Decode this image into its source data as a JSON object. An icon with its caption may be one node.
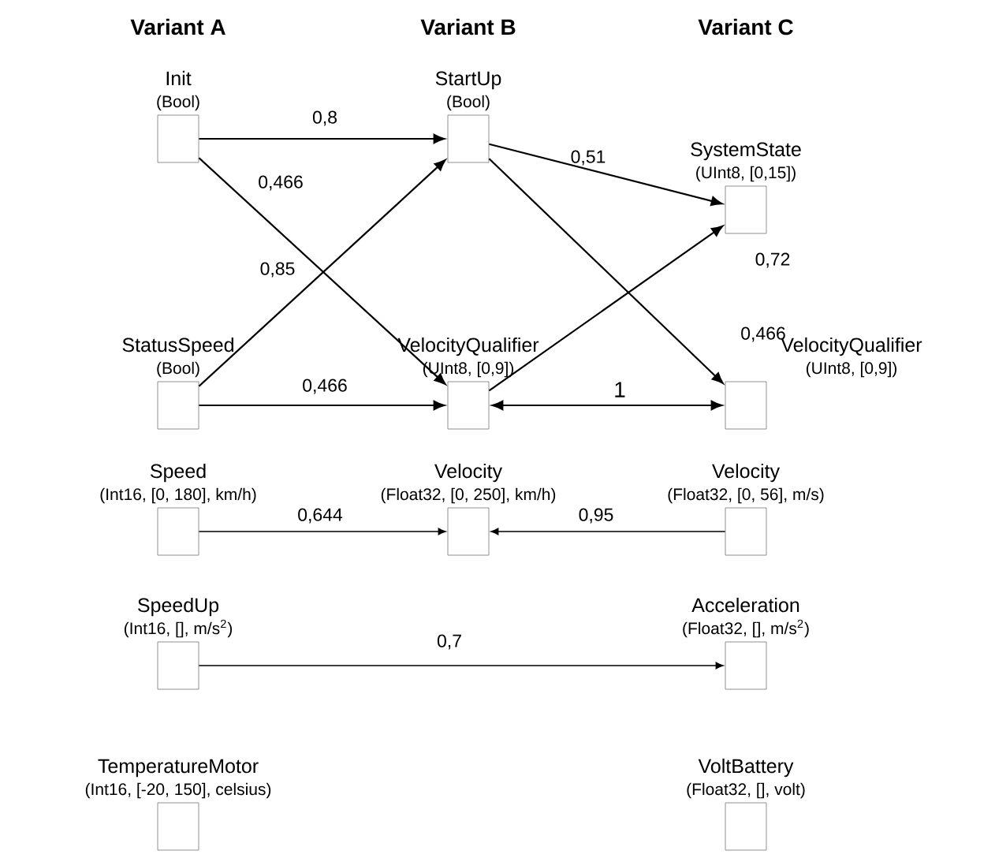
{
  "diagram": {
    "nodes": [
      {
        "text": [
          "Init",
          "(Bool)"
        ]
      },
      {
        "text": [
          "StartUp",
          "(Bool)"
        ]
      },
      {
        "text": [
          "SystemState",
          "(UInt8, [0,15])"
        ]
      },
      {
        "text": [
          "StatusSpeed",
          "(Bool)"
        ]
      },
      {
        "text": [
          "VelocityQualifier",
          "(UInt8, [0,9])"
        ]
      },
      {
        "text": [
          "VelocityQualifier",
          "(UInt8, [0,9])"
        ]
      },
      {
        "text": [
          "Speed",
          "(Int16, [0, 180], km/h)"
        ]
      },
      {
        "text": [
          "Velocity",
          "(Float32, [0, 250], km/h)"
        ]
      },
      {
        "text": [
          "Velocity",
          "(Float32, [0, 56], m/s)"
        ]
      },
      {
        "text": [
          "SpeedUp",
          "(Int16, [], m/s$^{2}$)"
        ]
      },
      {
        "text": [
          "Acceleration",
          "(Float32, [], m/s$^{2}$)"
        ]
      },
      {
        "text": [
          "TemperatureMotor",
          "(Int16, [-20, 150], celsius)"
        ]
      },
      {
        "text": [
          "VoltBattery",
          "(Float32, [], volt)"
        ]
      }
    ],
    "edges": [
      {
        "from": 0,
        "to": 1,
        "arrow": "to",
        "label": "0,8"
      },
      {
        "from": 0,
        "to": 4,
        "arrow": "to",
        "label": "0,466"
      },
      {
        "from": 3,
        "to": 1,
        "arrow": "to",
        "label": "0,85"
      },
      {
        "from": 3,
        "to": 4,
        "arrow": "to",
        "label": "0,466"
      },
      {
        "from": 1,
        "to": 2,
        "arrow": "to",
        "label": "0,51"
      },
      {
        "from": 1,
        "to": 5,
        "arrow": "to",
        "label": "0,466"
      },
      {
        "from": 4,
        "to": 2,
        "arrow": "to",
        "label": "0,72"
      },
      {
        "from": 4,
        "to": 5,
        "arrow": "both",
        "label": "1"
      },
      {
        "from": 6,
        "to": 7,
        "arrow": "to",
        "label": "0,644"
      },
      {
        "from": 8,
        "to": 7,
        "arrow": "to",
        "label": "0,95"
      },
      {
        "from": 9,
        "to": 10,
        "arrow": "to",
        "label": "0,7"
      }
    ],
    "labels": [
      "Variant A",
      "Variant B",
      "Variant C"
    ]
  }
}
